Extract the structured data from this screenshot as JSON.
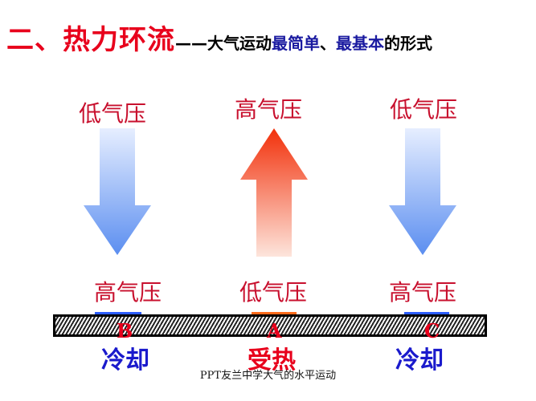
{
  "title": {
    "main": "二、热力环流",
    "dash": "——",
    "sub_part1": "大气运动",
    "sub_highlight1": "最简单",
    "sub_part2": "、",
    "sub_highlight2": "最基本",
    "sub_part3": "的形式"
  },
  "columns": [
    {
      "top_pressure": "低气压",
      "bottom_pressure": "高气压",
      "arrow_direction": "down",
      "point": "B",
      "condition": "冷却",
      "condition_color": "#1a1acc",
      "marker_color": "#2b5cff"
    },
    {
      "top_pressure": "高气压",
      "bottom_pressure": "低气压",
      "arrow_direction": "up",
      "point": "A",
      "condition": "受热",
      "condition_color": "#e8001c",
      "marker_color": "#ff6a1a"
    },
    {
      "top_pressure": "低气压",
      "bottom_pressure": "高气压",
      "arrow_direction": "down",
      "point": "C",
      "condition": "冷却",
      "condition_color": "#1a1acc",
      "marker_color": "#2b5cff"
    }
  ],
  "colors": {
    "title_red": "#e8001c",
    "highlight_blue": "#1a1aa0",
    "pressure_red": "#c8102e",
    "cold_arrow_top": "#e6eeff",
    "cold_arrow_bottom": "#5b8ef0",
    "hot_arrow_top": "#f2300a",
    "hot_arrow_bottom": "#fde5dc"
  },
  "footer": "PPT友兰中学大气的水平运动"
}
